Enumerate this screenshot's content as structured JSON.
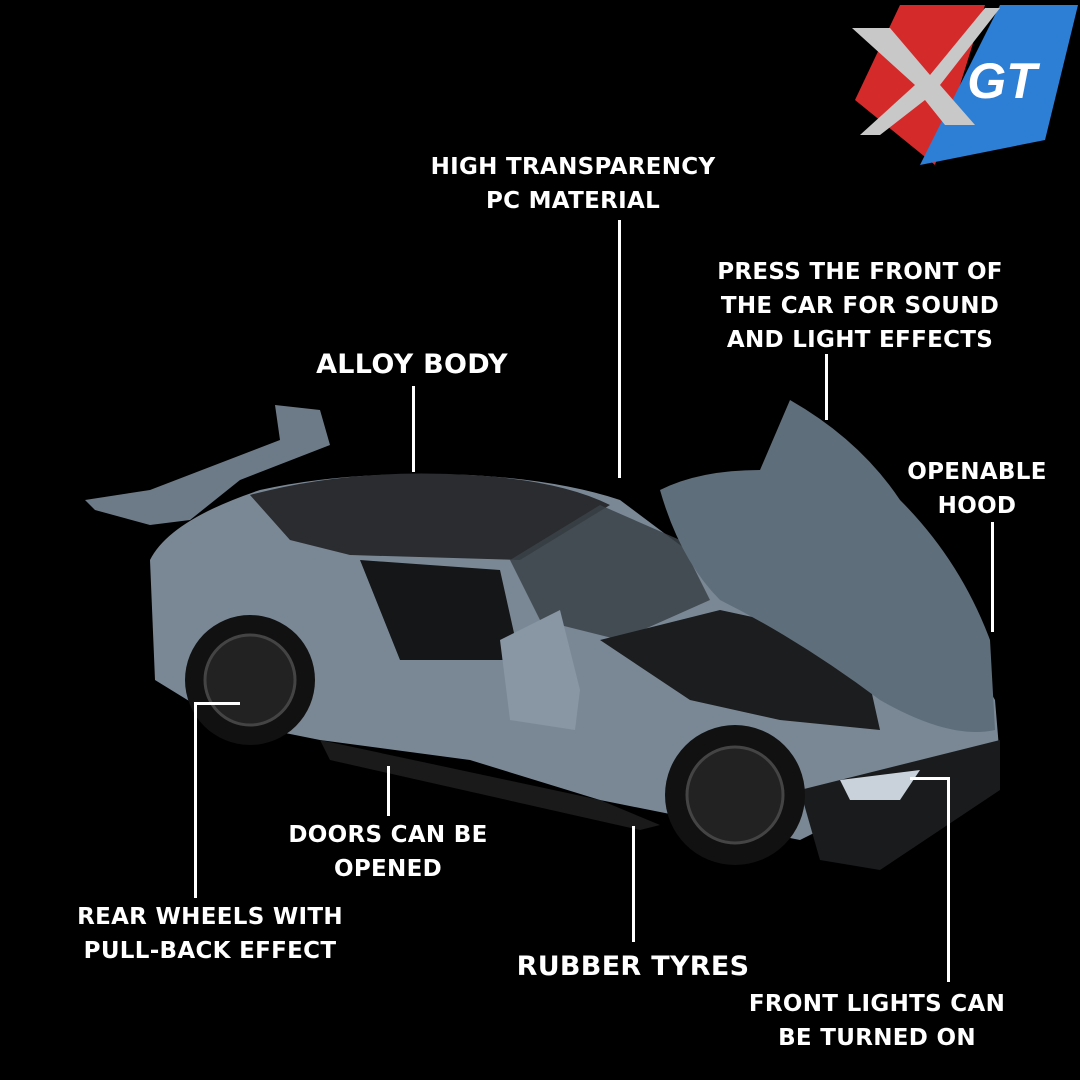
{
  "logo": {
    "text": "XGT",
    "colors": {
      "red": "#d42a2a",
      "blue": "#2d7fd6",
      "silver": "#c8c8c8"
    }
  },
  "callouts": {
    "pc_material": [
      "HIGH TRANSPARENCY",
      "PC MATERIAL"
    ],
    "sound_light": [
      "PRESS THE FRONT OF",
      "THE CAR FOR SOUND",
      "AND LIGHT EFFECTS"
    ],
    "alloy_body": [
      "ALLOY BODY"
    ],
    "hood": [
      "OPENABLE",
      "HOOD"
    ],
    "doors": [
      "DOORS CAN BE",
      "OPENED"
    ],
    "rear_wheels": [
      "REAR WHEELS WITH",
      "PULL-BACK EFFECT"
    ],
    "tyres": [
      "RUBBER TYRES"
    ],
    "front_lights": [
      "FRONT LIGHTS CAN",
      "BE TURNED ON"
    ]
  }
}
